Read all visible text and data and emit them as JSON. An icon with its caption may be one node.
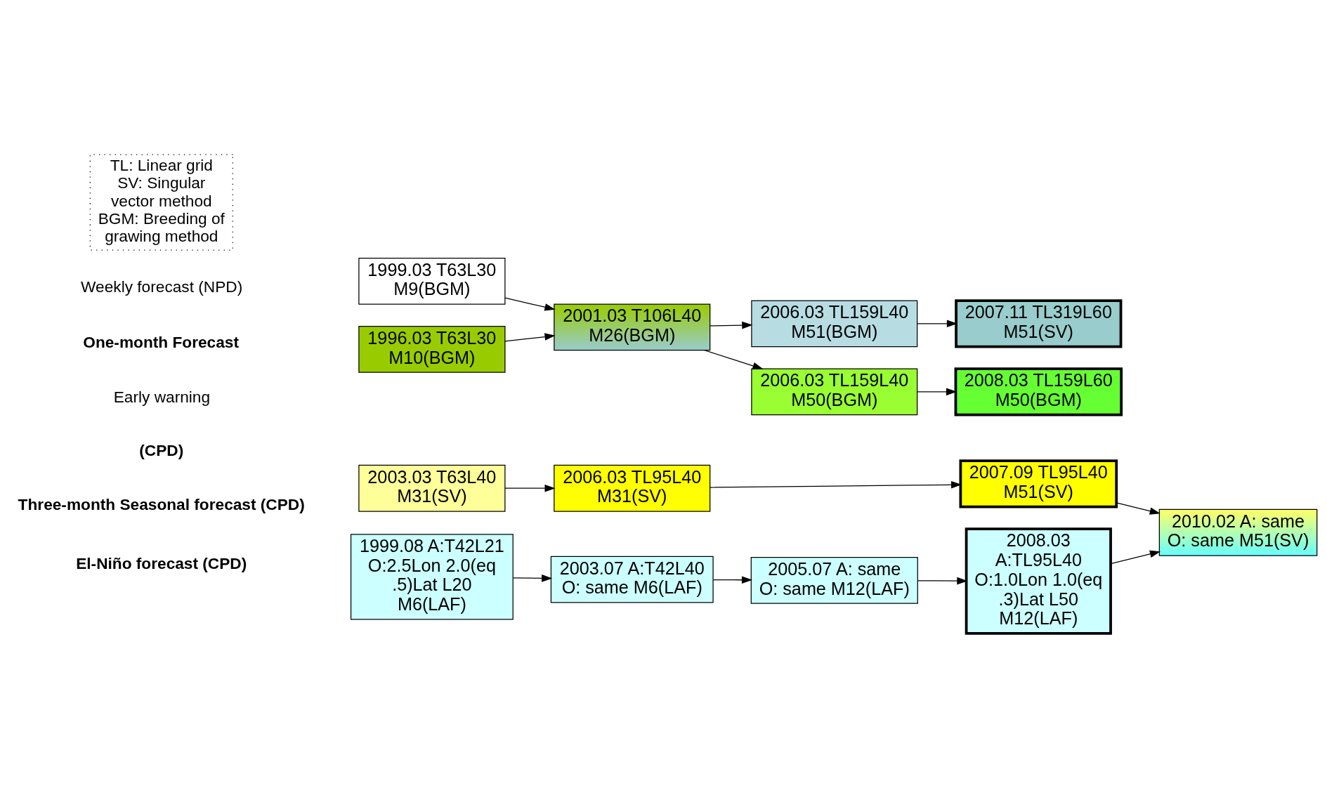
{
  "diagram": {
    "nodes": [
      {
        "text": [
          "1999.03 T63L30 M9(BGM)"
        ]
      },
      {
        "text": [
          "2001.03 T106L40 M26(BGM)"
        ]
      },
      {
        "text": [
          "2006.03 TL159L40 M51(BGM)"
        ]
      },
      {
        "text": [
          "2007.11 TL319L60 M51(SV)"
        ]
      },
      {
        "text": [
          "1996.03 T63L30 M10(BGM)"
        ]
      },
      {
        "text": [
          "2006.03 TL159L40 M50(BGM)"
        ]
      },
      {
        "text": [
          "2008.03 TL159L60 M50(BGM)"
        ]
      },
      {
        "text": [
          "2003.03 T63L40 M31(SV)"
        ]
      },
      {
        "text": [
          "2006.03 TL95L40 M31(SV)"
        ]
      },
      {
        "text": [
          "2007.09 TL95L40 M51(SV)"
        ]
      },
      {
        "text": [
          "2010.02 A: same O: same M51(SV)"
        ]
      },
      {
        "text": [
          "1999.08 A:T42L21 O:2.5Lon 2.0(eq .5)Lat L20 M6(LAF)"
        ]
      },
      {
        "text": [
          "2003.07 A:T42L40 O: same M6(LAF)"
        ]
      },
      {
        "text": [
          "2005.07 A: same O: same M12(LAF)"
        ]
      },
      {
        "text": [
          "2008.03 A:TL95L40 O:1.0Lon 1.0(eq .3)Lat L50 M12(LAF)"
        ]
      },
      {
        "text": [
          "TL: Linear grid",
          "SV: Singular vector method",
          "BGM: Breeding of grawing method"
        ]
      }
    ],
    "edges": [
      {
        "from": 0,
        "to": 1,
        "arrow": "to"
      },
      {
        "from": 4,
        "to": 1,
        "arrow": "to"
      },
      {
        "from": 1,
        "to": 2,
        "arrow": "to"
      },
      {
        "from": 1,
        "to": 5,
        "arrow": "to"
      },
      {
        "from": 2,
        "to": 3,
        "arrow": "to"
      },
      {
        "from": 5,
        "to": 6,
        "arrow": "to"
      },
      {
        "from": 7,
        "to": 8,
        "arrow": "to"
      },
      {
        "from": 8,
        "to": 9,
        "arrow": "to"
      },
      {
        "from": 9,
        "to": 10,
        "arrow": "to"
      },
      {
        "from": 11,
        "to": 12,
        "arrow": "to"
      },
      {
        "from": 12,
        "to": 13,
        "arrow": "to"
      },
      {
        "from": 13,
        "to": 14,
        "arrow": "to"
      },
      {
        "from": 14,
        "to": 10,
        "arrow": "to"
      }
    ],
    "labels": [
      "Weekly forecast (NPD)",
      "One-month Forecast",
      "Early warning",
      "(CPD)",
      "Three-month Seasonal forecast (CPD)",
      "El-Niño forecast (CPD)"
    ]
  }
}
